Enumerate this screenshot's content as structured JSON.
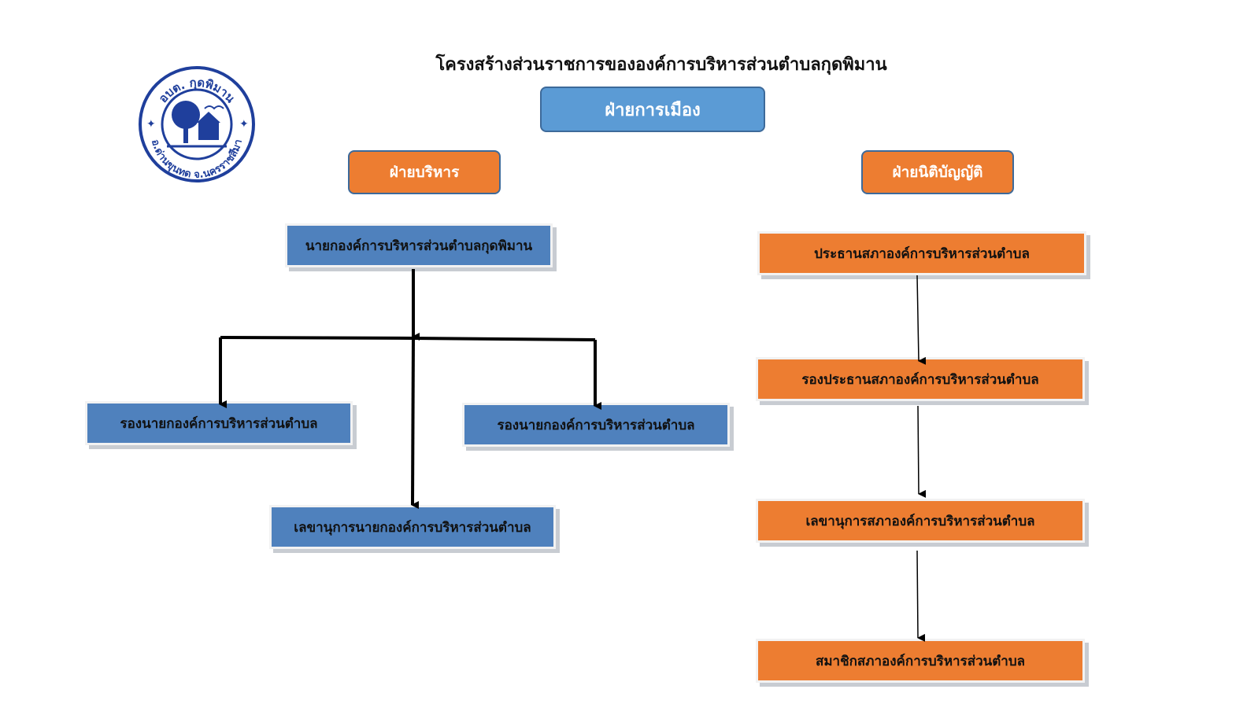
{
  "title": "โครงสร้างส่วนราชการขององค์การบริหารส่วนตำบลกุดพิมาน",
  "logo": {
    "top_text": "อบต. กุดพิมาน",
    "bottom_text": "อ.ด่านขุนทด จ.นครราชสีมา"
  },
  "political": {
    "label": "ฝ่ายการเมือง"
  },
  "executive": {
    "label": "ฝ่ายบริหาร",
    "mayor": "นายกองค์การบริหารส่วนตำบลกุดพิมาน",
    "deputy_left": "รองนายกองค์การบริหารส่วนตำบล",
    "deputy_right": "รองนายกองค์การบริหารส่วนตำบล",
    "secretary": "เลขานุการนายกองค์การบริหารส่วนตำบล"
  },
  "legislative": {
    "label": "ฝ่ายนิติบัญญัติ",
    "president": "ประธานสภาองค์การบริหารส่วนตำบล",
    "vice_president": "รองประธานสภาองค์การบริหารส่วนตำบล",
    "secretary": "เลขานุการสภาองค์การบริหารส่วนตำบล",
    "members": "สมาชิกสภาองค์การบริหารส่วนตำบล"
  },
  "colors": {
    "blue_header": "#5b9bd5",
    "blue_box": "#4f81bd",
    "orange": "#ed7d31",
    "logo_blue": "#1f3f9c"
  }
}
